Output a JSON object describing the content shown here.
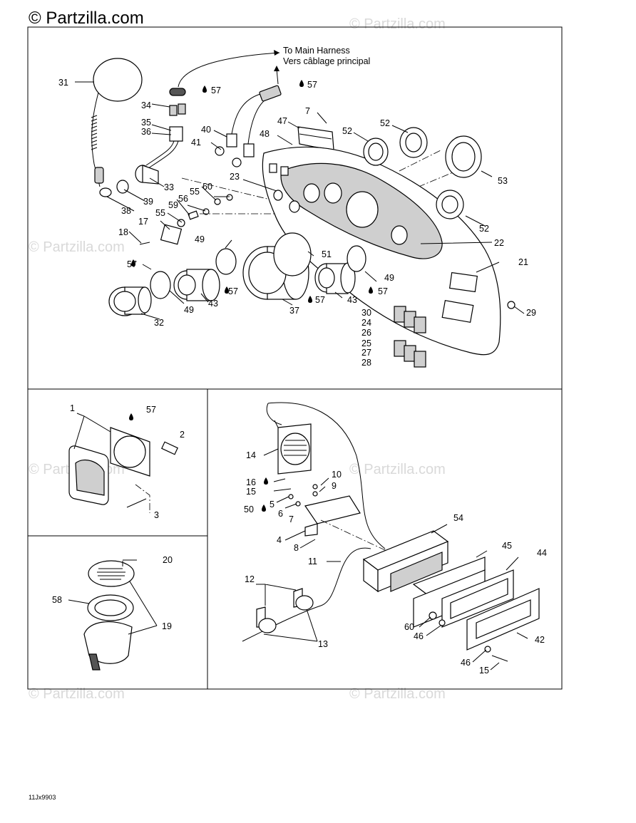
{
  "brand": "© Partzilla.com",
  "watermark": "© Partzilla.com",
  "figure_code": "11Jx9903",
  "harness_note": {
    "line1": "To Main Harness",
    "line2": "Vers câblage principal"
  },
  "callouts": {
    "main": [
      "31",
      "34",
      "57",
      "35",
      "36",
      "7",
      "57",
      "47",
      "48",
      "52",
      "52",
      "40",
      "41",
      "33",
      "39",
      "38",
      "55",
      "56",
      "60",
      "55",
      "59",
      "17",
      "18",
      "23",
      "53",
      "52",
      "22",
      "49",
      "51",
      "21",
      "57",
      "49",
      "43",
      "37",
      "57",
      "43",
      "57",
      "32",
      "30",
      "24",
      "26",
      "29",
      "25",
      "27",
      "28",
      "49",
      "57"
    ],
    "left_upper": [
      "1",
      "57",
      "2",
      "3"
    ],
    "left_lower": [
      "20",
      "58",
      "19"
    ],
    "right": [
      "14",
      "10",
      "9",
      "16",
      "15",
      "5",
      "50",
      "6",
      "7",
      "4",
      "8",
      "54",
      "45",
      "44",
      "11",
      "12",
      "60",
      "46",
      "13",
      "42",
      "46",
      "15"
    ]
  }
}
